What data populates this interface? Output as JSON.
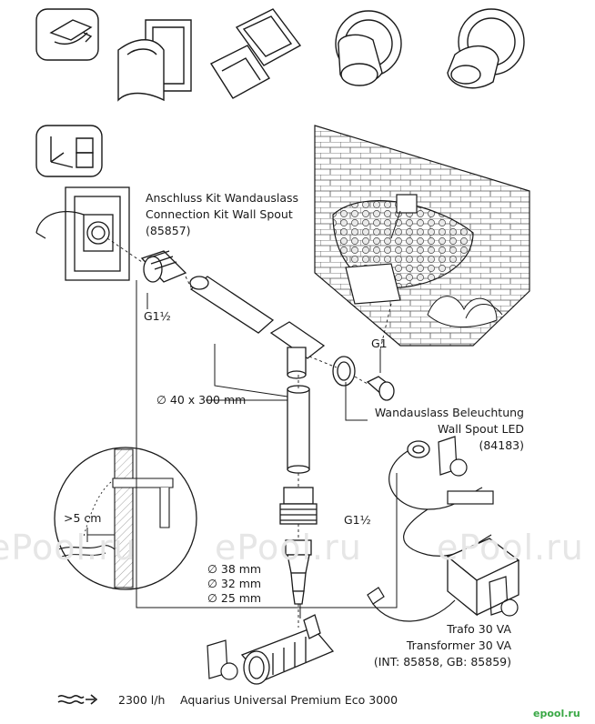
{
  "kit_label": {
    "line1": "Anschluss Kit Wandauslass",
    "line2": "Connection Kit Wall Spout",
    "line3": "(85857)"
  },
  "thread_g1_5_a": "G1½",
  "thread_g1": "G1",
  "pipe_label": "∅ 40 x 300 mm",
  "led_label": {
    "line1": "Wandauslass Beleuchtung",
    "line2": "Wall Spout LED",
    "line3": "(84183)"
  },
  "thread_g1_5_b": "G1½",
  "distance_label": ">5 cm",
  "hose_sizes": [
    "∅ 38 mm",
    "∅ 32 mm",
    "∅ 25 mm"
  ],
  "transformer_label": {
    "line1": "Trafo 30 VA",
    "line2": "Transformer 30 VA",
    "line3": "(INT: 85858, GB: 85859)"
  },
  "pump_flow": "2300 l/h",
  "pump_name": "Aquarius Universal Premium Eco 3000",
  "watermarks": [
    "ePool.ru",
    "ePool.ru",
    "ePool.ru"
  ],
  "brand_mark": "epool.ru"
}
